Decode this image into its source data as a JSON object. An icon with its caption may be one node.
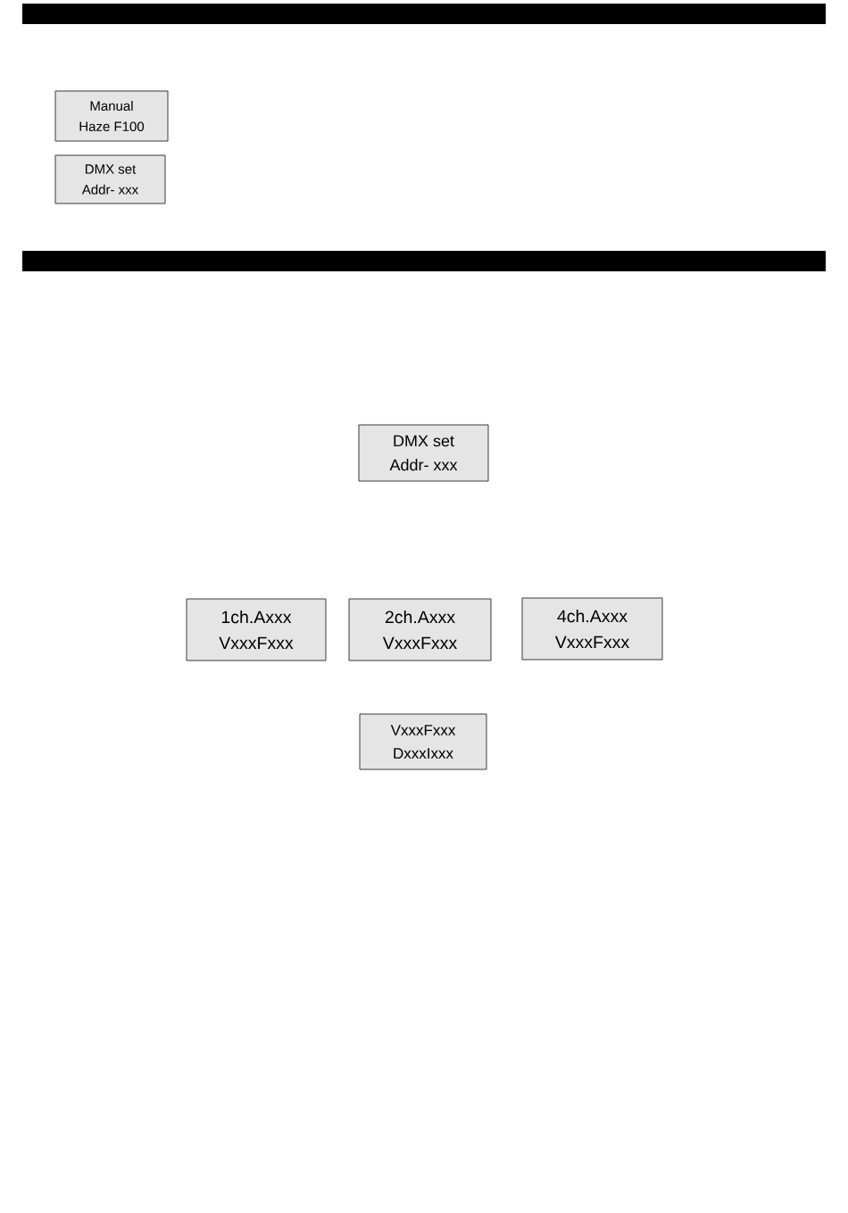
{
  "diagram": {
    "nodes": [
      {
        "text": [
          "Manual",
          "Haze F100"
        ]
      },
      {
        "text": [
          "DMX set",
          "Addr- xxx"
        ]
      },
      {
        "text": [
          "DMX set",
          "Addr- xxx"
        ]
      },
      {
        "text": [
          "1ch.Axxx",
          "VxxxFxxx"
        ]
      },
      {
        "text": [
          "2ch.Axxx",
          "VxxxFxxx"
        ]
      },
      {
        "text": [
          "4ch.Axxx",
          "VxxxFxxx"
        ]
      },
      {
        "text": [
          "VxxxFxxx",
          "DxxxIxxx"
        ]
      }
    ]
  }
}
